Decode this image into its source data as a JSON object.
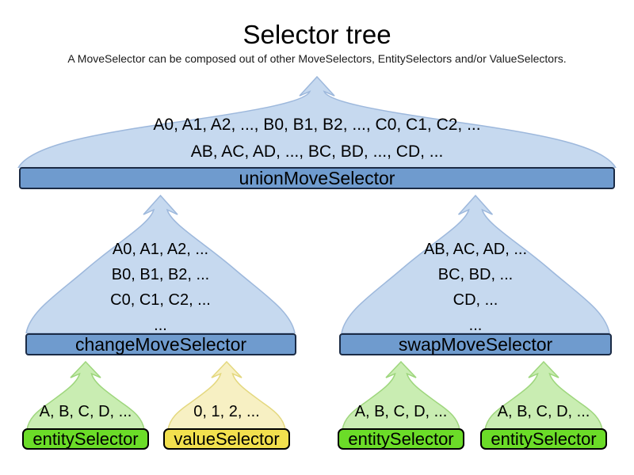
{
  "title": "Selector tree",
  "subtitle": "A MoveSelector can be composed out of other MoveSelectors, EntitySelectors and/or ValueSelectors.",
  "colors": {
    "light_blue": "#c6d9ef",
    "light_blue_stroke": "#9db8dc",
    "blue": "#6f9bce",
    "blue_border": "#1b2b45",
    "light_green": "#c9edb2",
    "light_green_stroke": "#9ed67d",
    "green": "#6bdc28",
    "light_yellow": "#f7f0c3",
    "light_yellow_stroke": "#e4d87f",
    "yellow": "#f2e04e"
  },
  "nodes": {
    "union": {
      "label": "unionMoveSelector",
      "lines": [
        "A0, A1, A2, ..., B0, B1, B2, ..., C0, C1, C2, ...",
        "AB, AC, AD, ..., BC, BD, ..., CD, ..."
      ]
    },
    "change": {
      "label": "changeMoveSelector",
      "lines": [
        "A0, A1, A2, ...",
        "B0, B1, B2, ...",
        "C0, C1, C2, ...",
        "..."
      ]
    },
    "swap": {
      "label": "swapMoveSelector",
      "lines": [
        "AB, AC, AD, ...",
        "BC, BD, ...",
        "CD, ...",
        "..."
      ]
    },
    "entity1": {
      "label": "entitySelector",
      "lines": [
        "A, B, C, D, ..."
      ]
    },
    "value1": {
      "label": "valueSelector",
      "lines": [
        "0, 1, 2, ..."
      ]
    },
    "entity2": {
      "label": "entitySelector",
      "lines": [
        "A, B, C, D, ..."
      ]
    },
    "entity3": {
      "label": "entitySelector",
      "lines": [
        "A, B, C, D, ..."
      ]
    }
  }
}
